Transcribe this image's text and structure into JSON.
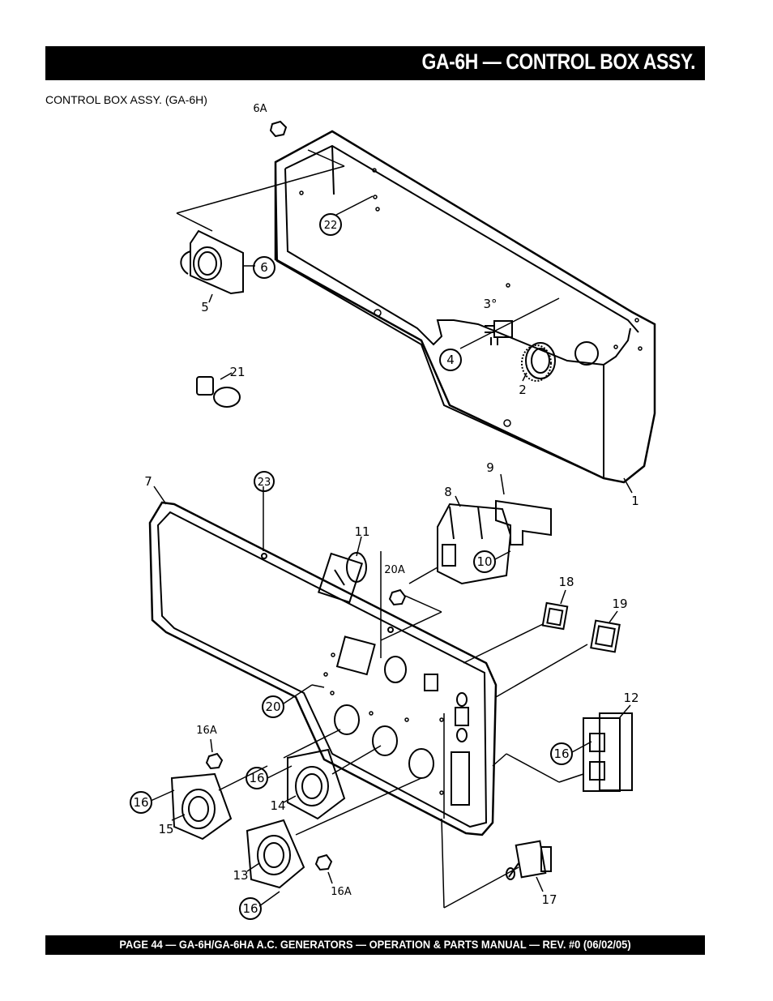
{
  "header": {
    "title": "GA-6H — CONTROL BOX ASSY."
  },
  "subtitle": "CONTROL BOX ASSY. (GA-6H)",
  "callouts": {
    "c1": "1",
    "c2": "2",
    "c3": "3°",
    "c4": "4",
    "c5": "5",
    "c6": "6",
    "c6a": "6A",
    "c7": "7",
    "c8": "8",
    "c9": "9",
    "c10": "10",
    "c11": "11",
    "c12": "12",
    "c13": "13",
    "c14": "14",
    "c15": "15",
    "c16a": "16",
    "c16b": "16",
    "c16c": "16",
    "c16d": "16",
    "c16A1": "16A",
    "c16A2": "16A",
    "c17": "17",
    "c18": "18",
    "c19": "19",
    "c20": "20",
    "c20a": "20A",
    "c21": "21",
    "c22": "22",
    "c23": "23"
  },
  "footer": {
    "text": "PAGE 44 — GA-6H/GA-6HA A.C. GENERATORS — OPERATION & PARTS  MANUAL — REV. #0  (06/02/05)"
  }
}
